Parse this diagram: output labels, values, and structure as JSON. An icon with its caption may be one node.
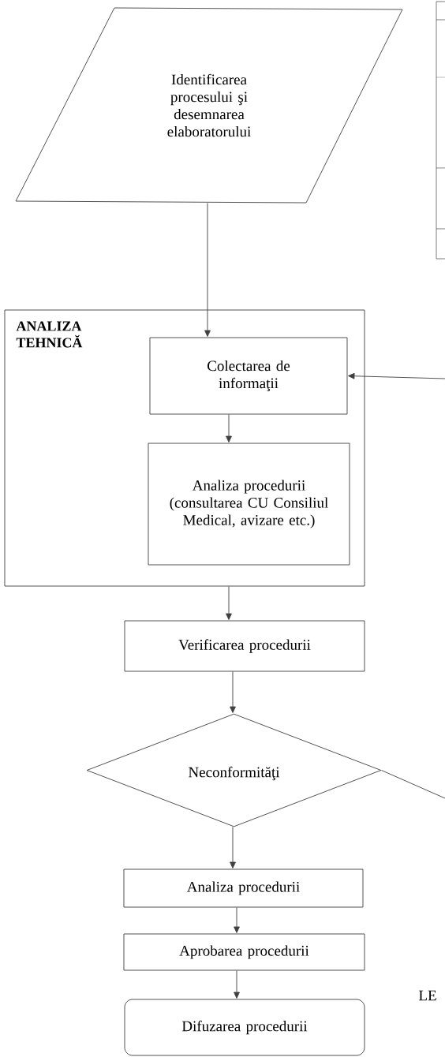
{
  "diagram": {
    "nodes": [
      {
        "text": [
          "Identificarea procesului şi desemnarea elaboratorului"
        ]
      },
      {
        "text": [
          "ANALIZA TEHNICĂ"
        ]
      },
      {
        "text": [
          "Colectarea de informaţii"
        ],
        "in": 1
      },
      {
        "text": [
          "Analiza procedurii (consultarea CU Consiliul Medical, avizare etc.)"
        ],
        "in": 1
      },
      {
        "text": [
          "Verificarea procedurii"
        ]
      },
      {
        "text": [
          "Neconformităţi"
        ]
      },
      {
        "text": [
          "Analiza procedurii"
        ]
      },
      {
        "text": [
          "Aprobarea procedurii"
        ]
      },
      {
        "text": [
          "Difuzarea procedurii"
        ]
      }
    ],
    "edges": [
      {
        "from": 0,
        "to": 2,
        "arrow": "to"
      },
      {
        "from": 2,
        "to": 3,
        "arrow": "to"
      },
      {
        "from": 1,
        "to": 4,
        "arrow": "to"
      },
      {
        "from": 4,
        "to": 5,
        "arrow": "to"
      },
      {
        "from": 5,
        "to": 6,
        "arrow": "to"
      },
      {
        "from": 6,
        "to": 7,
        "arrow": "to"
      },
      {
        "from": 7,
        "to": 8,
        "arrow": "to"
      },
      {
        "from": null,
        "to": 2,
        "arrow": "to"
      },
      {
        "from": 5,
        "to": null,
        "arrow": "none"
      }
    ],
    "labels": [
      "LE"
    ]
  }
}
